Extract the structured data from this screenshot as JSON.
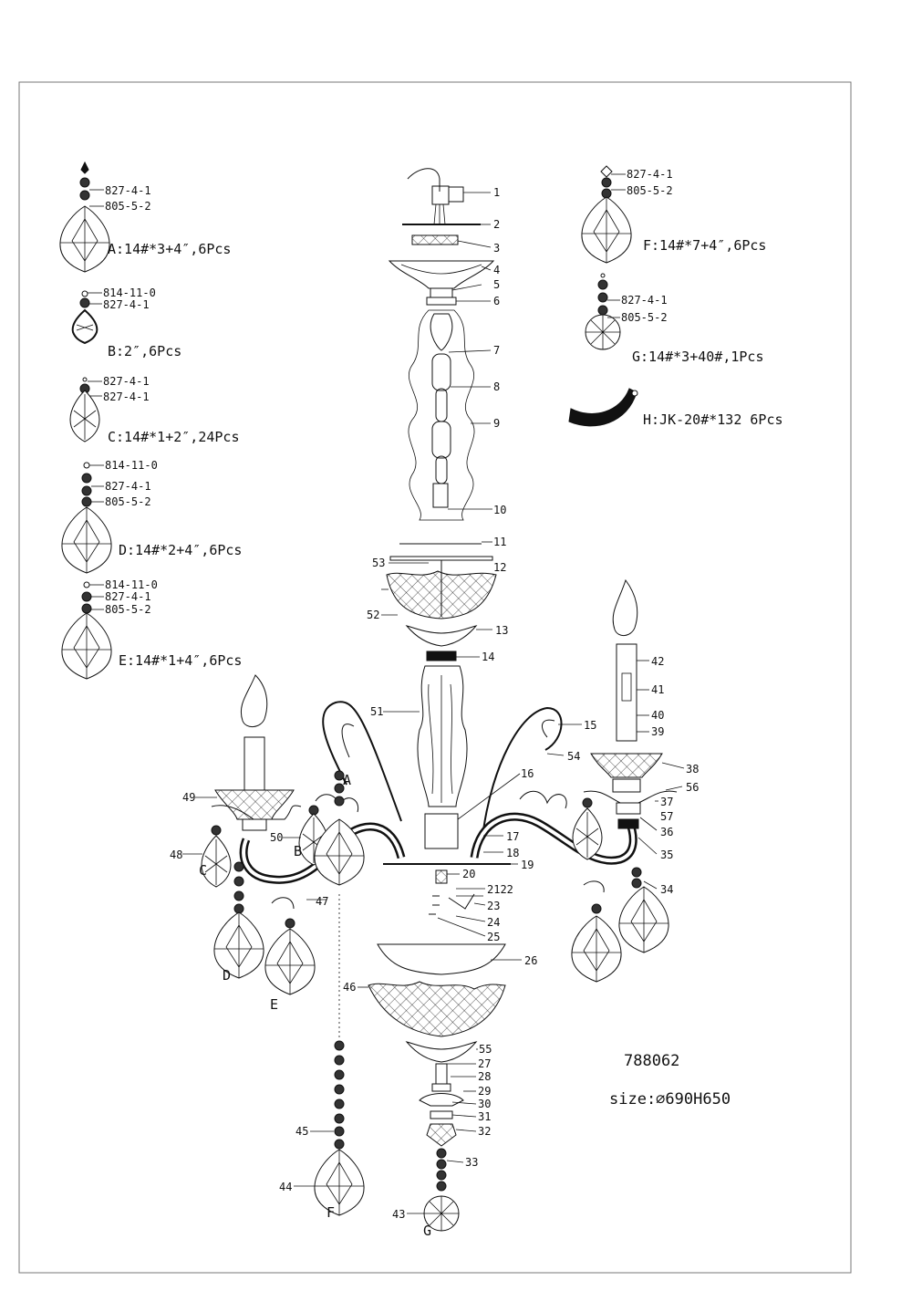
{
  "model_number": "788062",
  "size_label": "size:∅690H650",
  "crystals": [
    {
      "key": "A",
      "spec": "A:14#*3+4″,6Pcs",
      "parts": [
        "827-4-1",
        "805-5-2"
      ]
    },
    {
      "key": "B",
      "spec": "B:2″,6Pcs",
      "parts": [
        "814-11-0",
        "827-4-1"
      ]
    },
    {
      "key": "C",
      "spec": "C:14#*1+2″,24Pcs",
      "parts": [
        "827-4-1",
        "827-4-1"
      ]
    },
    {
      "key": "D",
      "spec": "D:14#*2+4″,6Pcs",
      "parts": [
        "814-11-0",
        "827-4-1",
        "805-5-2"
      ]
    },
    {
      "key": "E",
      "spec": "E:14#*1+4″,6Pcs",
      "parts": [
        "814-11-0",
        "827-4-1",
        "805-5-2"
      ]
    },
    {
      "key": "F",
      "spec": "F:14#*7+4″,6Pcs",
      "parts": [
        "827-4-1",
        "805-5-2"
      ]
    },
    {
      "key": "G",
      "spec": "G:14#*3+40#,1Pcs",
      "parts": [
        "827-4-1",
        "805-5-2"
      ]
    },
    {
      "key": "H",
      "spec": "H:JK-20#*132  6Pcs",
      "parts": []
    }
  ],
  "part_numbers": [
    "1",
    "2",
    "3",
    "4",
    "5",
    "6",
    "7",
    "8",
    "9",
    "10",
    "11",
    "12",
    "13",
    "14",
    "15",
    "16",
    "17",
    "18",
    "19",
    "20",
    "2122",
    "23",
    "24",
    "25",
    "26",
    "27",
    "28",
    "29",
    "30",
    "31",
    "32",
    "33",
    "34",
    "35",
    "36",
    "37",
    "38",
    "39",
    "40",
    "41",
    "42",
    "43",
    "44",
    "45",
    "46",
    "47",
    "48",
    "49",
    "50",
    "51",
    "52",
    "53",
    "54",
    "55",
    "56",
    "57"
  ],
  "pendant_letters": [
    "A",
    "B",
    "C",
    "D",
    "E",
    "F",
    "G"
  ]
}
